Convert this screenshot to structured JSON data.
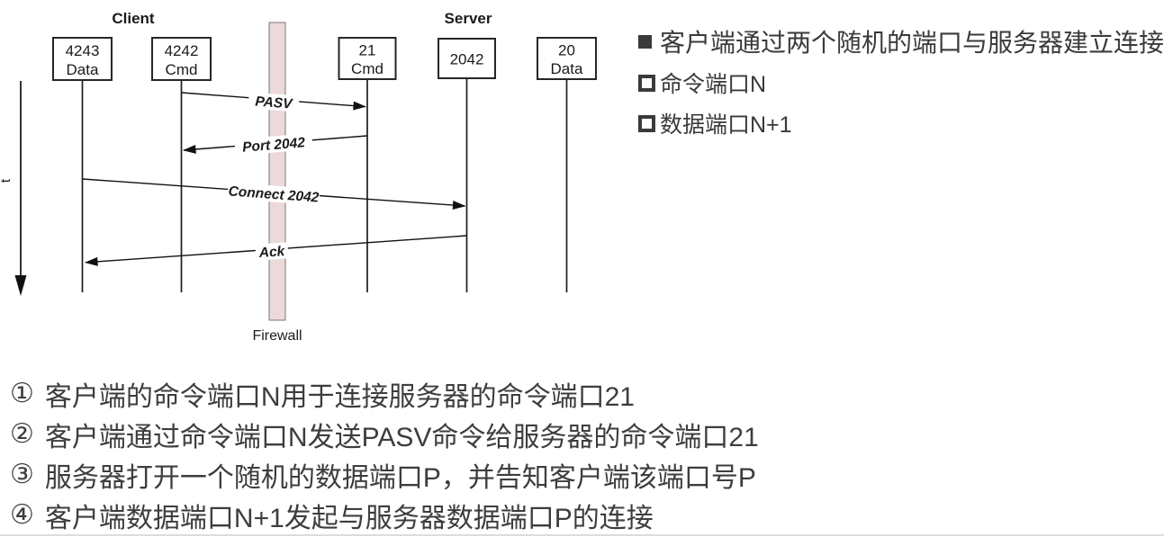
{
  "diagram": {
    "client_label": "Client",
    "server_label": "Server",
    "time_axis_label": "t",
    "firewall_label": "Firewall",
    "firewall_color": "#ecdada",
    "client_ports": [
      {
        "port": "4243",
        "role": "Data"
      },
      {
        "port": "4242",
        "role": "Cmd"
      }
    ],
    "server_ports": [
      {
        "port": "21",
        "role": "Cmd"
      },
      {
        "port": "2042",
        "role": ""
      },
      {
        "port": "20",
        "role": "Data"
      }
    ],
    "messages": [
      {
        "label": "PASV",
        "from": "client-cmd-4242",
        "to": "server-cmd-21"
      },
      {
        "label": "Port 2042",
        "from": "server-cmd-21",
        "to": "client-cmd-4242"
      },
      {
        "label": "Connect 2042",
        "from": "client-data-4243",
        "to": "server-port-2042"
      },
      {
        "label": "Ack",
        "from": "server-port-2042",
        "to": "client-data-4243"
      }
    ]
  },
  "notes": [
    {
      "bullet": "filled-square",
      "text": "客户端通过两个随机的端口与服务器建立连接"
    },
    {
      "bullet": "hollow-square",
      "text": "命令端口N"
    },
    {
      "bullet": "hollow-square",
      "text": "数据端口N+1"
    }
  ],
  "steps": [
    {
      "num": "①",
      "text": "客户端的命令端口N用于连接服务器的命令端口21"
    },
    {
      "num": "②",
      "text": "客户端通过命令端口N发送PASV命令给服务器的命令端口21"
    },
    {
      "num": "③",
      "text": "服务器打开一个随机的数据端口P，并告知客户端该端口号P"
    },
    {
      "num": "④",
      "text": "客户端数据端口N+1发起与服务器数据端口P的连接"
    }
  ],
  "colors": {
    "text_gray": "#3a3a3a",
    "diagram_black": "#1b1b1b",
    "firewall_pink": "#ecdada"
  }
}
